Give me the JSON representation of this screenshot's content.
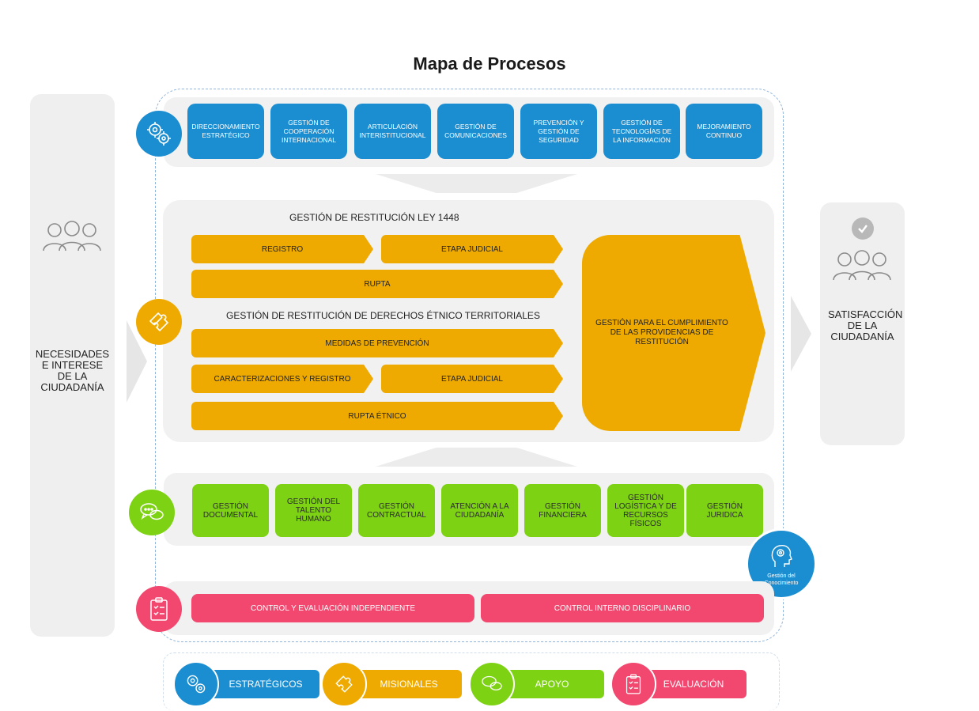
{
  "title": "Mapa de Procesos",
  "left_side": {
    "text": "NECESIDADES E INTERESE DE LA CIUDADANÍA"
  },
  "right_side": {
    "text": "SATISFACCIÓN DE LA CIUDADANÍA"
  },
  "strategic": {
    "color": "#1b8ed1",
    "icon": "gears-icon",
    "items": [
      "DIRECCIONAMIENTO ESTRATÉGICO",
      "GESTIÓN DE COOPERACIÓN INTERNACIONAL",
      "ARTICULACIÓN INTERISTITUCIONAL",
      "GESTIÓN DE COMUNICACIONES",
      "PREVENCIÓN Y GESTIÓN DE SEGURIDAD",
      "GESTIÓN DE TECNOLOGÍAS DE LA INFORMACIÓN",
      "MEJORAMIENTO CONTINUO"
    ]
  },
  "missional": {
    "color": "#eeaa00",
    "icon": "puzzle-icon",
    "section1_title": "GESTIÓN DE RESTITUCIÓN LEY 1448",
    "registro": "REGISTRO",
    "etapa_judicial_1": "ETAPA JUDICIAL",
    "rupta": "RUPTA",
    "section2_title": "GESTIÓN DE RESTITUCIÓN DE DERECHOS ÉTNICO TERRITORIALES",
    "medidas": "MEDIDAS DE PREVENCIÓN",
    "caracterizaciones": "CARACTERIZACIONES Y REGISTRO",
    "etapa_judicial_2": "ETAPA JUDICIAL",
    "rupta_etnico": "RUPTA ÉTNICO",
    "big_arrow": "GESTIÓN PARA EL CUMPLIMIENTO DE LAS PROVIDENCIAS DE RESTITUCIÓN"
  },
  "support": {
    "color": "#7ed214",
    "icon": "chat-bubbles-icon",
    "items": [
      "GESTIÓN DOCUMENTAL",
      "GESTIÓN DEL TALENTO HUMANO",
      "GESTIÓN CONTRACTUAL",
      "ATENCIÓN A LA CIUDADANÍA",
      "GESTIÓN FINANCIERA",
      "GESTIÓN LOGÍSTICA Y DE RECURSOS FÍSICOS",
      "GESTIÓN JURIDICA"
    ]
  },
  "knowledge": {
    "label": "Gestión del Conocimiento",
    "icon": "head-gears-icon"
  },
  "evaluation": {
    "color": "#f2476e",
    "icon": "clipboard-icon",
    "items": [
      "CONTROL Y EVALUACIÓN INDEPENDIENTE",
      "CONTROL INTERNO DISCIPLINARIO"
    ]
  },
  "legend": {
    "estrategicos": "ESTRATÉGICOS",
    "misionales": "MISIONALES",
    "apoyo": "APOYO",
    "evaluacion": "EVALUACIÓN"
  }
}
